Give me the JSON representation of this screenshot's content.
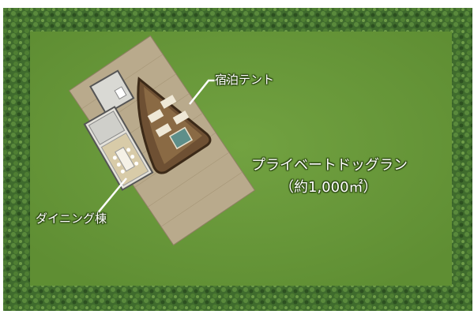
{
  "labels": {
    "tent": "宿泊テント",
    "dining": "ダイニング棟",
    "dogrun": "プライベートドッグラン",
    "area": "（約1,000㎡）"
  },
  "colors": {
    "lawn": "#6b9a3a",
    "hedge": "#3d6a2c",
    "deck": "#b7a789",
    "tent_floor": "#7a5a3a",
    "label_text": "#ffffff"
  }
}
